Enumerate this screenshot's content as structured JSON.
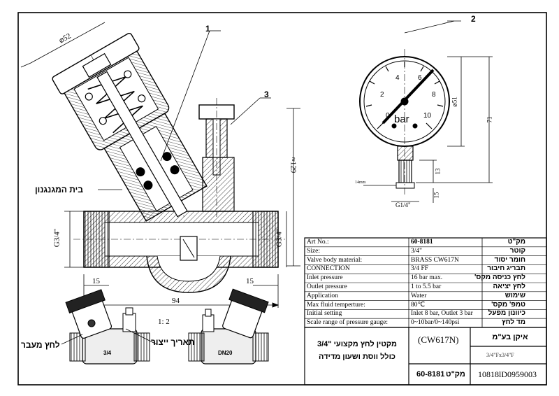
{
  "callouts": {
    "c1": "1",
    "c2": "2",
    "c3": "3"
  },
  "dimensions": {
    "d52": "⌀52",
    "d129": "≈129",
    "g34_left": "G3/4\"",
    "g34_right": "G3/4\"",
    "d15_left": "15",
    "d15_right": "15",
    "d94": "94",
    "d51": "⌀51",
    "d71": "71",
    "d13": "13",
    "d15_gauge": "15",
    "g14": "G1/4\"",
    "lamm": "14mm",
    "scale": "1: 2"
  },
  "gauge": {
    "unit": "bar",
    "ticks": [
      "0",
      "2",
      "4",
      "6",
      "8",
      "10"
    ]
  },
  "labels": {
    "reducer_housing": "בית המגנגנון",
    "bypass_pressure": "לחץ מעבר",
    "manufacture_date": "תאריך ייצור",
    "side_mark_left": "3/4",
    "side_mark_right": "DN20"
  },
  "spec_table": {
    "rows": [
      {
        "label": "Art No.:",
        "value": "60-8181",
        "he": "מק\"ט"
      },
      {
        "label": "Size:",
        "value": "3/4\"",
        "he": "קוטר"
      },
      {
        "label": "Valve body material:",
        "value": "BRASS  CW617N",
        "he": "חומר יסוד"
      },
      {
        "label": "CONNECTION",
        "value": "3/4 FF",
        "he": "תבריג חיבור"
      },
      {
        "label": "Inlet pressure",
        "value": "16 bar max.",
        "he": "לחץ כניסה מקס'"
      },
      {
        "label": "Outlet pressure",
        "value": "1 to 5.5 bar",
        "he": "לחץ יציאה"
      },
      {
        "label": "Application",
        "value": "Water",
        "he": "שימוש"
      },
      {
        "label": "Max fluid  temperture:",
        "value": "80℃",
        "he": "טמפ' מקס'"
      },
      {
        "label": "Initial setting",
        "value": "Inlet 8 bar, Outlet 3 bar",
        "he": "כיוונון מפעל"
      },
      {
        "label": "Scale range of pressure gauge:",
        "value": "0~10bar/0~140psi",
        "he": "מד לחץ"
      }
    ]
  },
  "title_block": {
    "title_line1": "מקטין לחץ מקצועי \"3/4",
    "title_line2": "כולל ווסת ושעון מדידה",
    "material_code": "(CW617N)",
    "icon_label": "איקן בע\"מ",
    "size_code": "3/4\"Fx3/4\"F",
    "art_no": "60-8181",
    "art_label": "מק\"ט",
    "drawing_no": "10818lD0959003"
  }
}
